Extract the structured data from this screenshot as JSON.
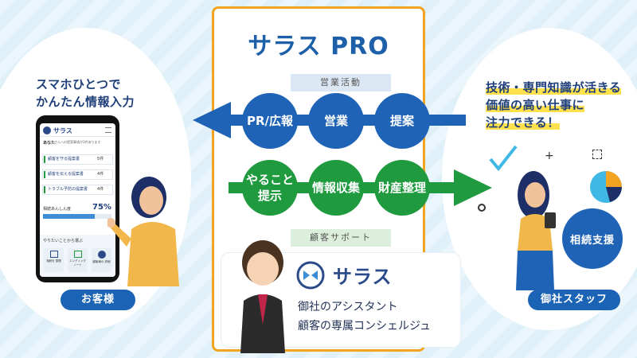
{
  "title": "サラス PRO",
  "sections": {
    "sales": "営業活動",
    "support": "顧客サポート"
  },
  "sales_items": [
    "PR/広報",
    "営業",
    "提案"
  ],
  "support_items": [
    "やること\n提示",
    "情報収集",
    "財産整理"
  ],
  "left": {
    "caption_lines": [
      "スマホひとつで",
      "かんたん情報入力"
    ],
    "label": "お客様",
    "phone": {
      "app_name": "サラス",
      "greeting": "あなた",
      "greeting_sub": "さんへの提案事項が3件あります",
      "rows": [
        "顧客を守る提案書",
        "顧客を伝える提案書",
        "トラブル予防の提案書"
      ],
      "row_counts": [
        "5件",
        "4件",
        "4件"
      ],
      "progress_label": "相続あんしん度",
      "progress_value": "75%",
      "progress": 0.75,
      "menu_title": "やりたいことから選ぶ",
      "tiles": [
        "相続を 整理",
        "エンディング ノート",
        "顧客様の 詳細"
      ]
    }
  },
  "right": {
    "caption_lines": [
      "技術・専門知識が活きる",
      "価値の高い仕事に",
      "注力できる！"
    ],
    "badge": "相続支援",
    "label": "御社スタッフ"
  },
  "character": {
    "brand": "サラス",
    "line1": "御社のアシスタント",
    "line2": "顧客の専属コンシェルジュ"
  },
  "colors": {
    "blue": "#1e63b6",
    "green": "#1f9a3e",
    "orange": "#f2a322",
    "highlight": "#ffe14d"
  }
}
